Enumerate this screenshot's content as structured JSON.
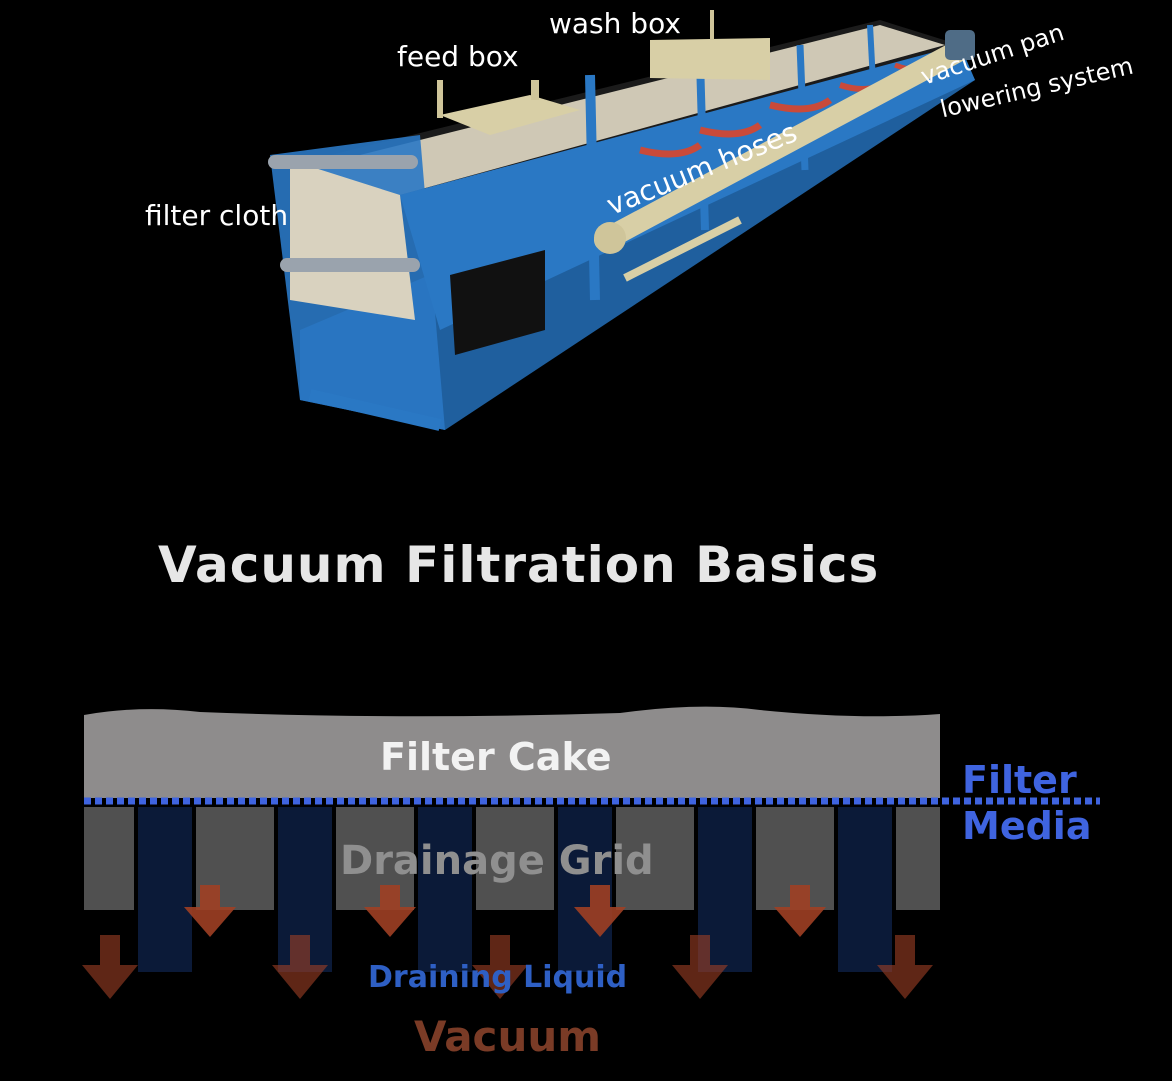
{
  "labels": {
    "wash_box": "wash box",
    "feed_box": "feed box",
    "vacuum_pan": "vacuum pan",
    "lowering_system": "lowering system",
    "vacuum_hoses": "vacuum hoses",
    "filter_cloth": "filter cloth"
  },
  "title": "Vacuum Filtration Basics",
  "diagram": {
    "filter_cake": "Filter Cake",
    "filter_media_line1": "Filter",
    "filter_media_line2": "Media",
    "drainage_grid": "Drainage Grid",
    "draining_liquid": "Draining Liquid",
    "vacuum": "Vacuum"
  },
  "colors": {
    "frame_blue": "#2a78c4",
    "cloth": "#d9d2bf",
    "pipe": "#d8cfa6",
    "hose": "#c94a3a",
    "media_blue": "#3f64e0",
    "arrow": "#9e3f24"
  }
}
